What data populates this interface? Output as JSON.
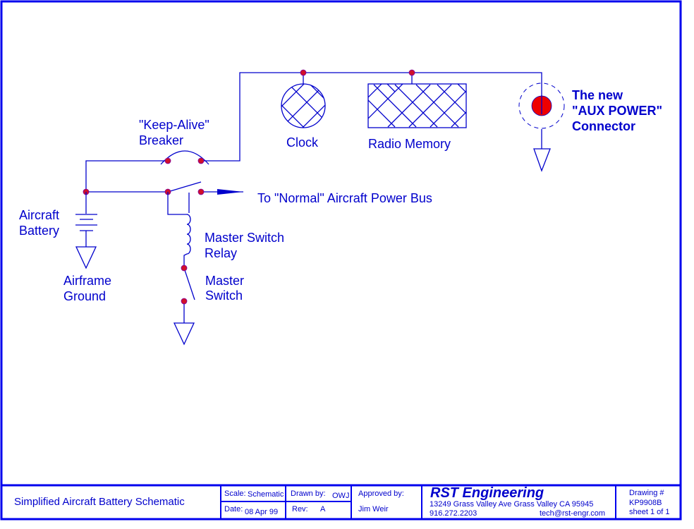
{
  "labels": {
    "keep_alive_line1": "\"Keep-Alive\"",
    "keep_alive_line2": "Breaker",
    "clock": "Clock",
    "radio_memory": "Radio Memory",
    "aux_line1": "The new",
    "aux_line2": "\"AUX POWER\"",
    "aux_line3": "Connector",
    "normal_bus": "To \"Normal\" Aircraft Power Bus",
    "battery_line1": "Aircraft",
    "battery_line2": "Battery",
    "ground_line1": "Airframe",
    "ground_line2": "Ground",
    "relay_line1": "Master Switch",
    "relay_line2": "Relay",
    "switch_line1": "Master",
    "switch_line2": "Switch"
  },
  "title_block": {
    "title": "Simplified Aircraft Battery Schematic",
    "scale_label": "Scale:",
    "scale_value": "Schematic",
    "date_label": "Date:",
    "date_value": "08 Apr 99",
    "drawn_by_label": "Drawn by:",
    "drawn_by_value": "OWJ",
    "rev_label": "Rev:",
    "rev_value": "A",
    "approved_by_label": "Approved by:",
    "approved_by_value": "Jim Weir",
    "company": "RST Engineering",
    "address": "13249 Grass Valley Ave  Grass Valley CA  95945",
    "phone": "916.272.2203",
    "email": "tech@rst-engr.com",
    "drawing_label": "Drawing #",
    "drawing_number": "KP9908B",
    "sheet": "sheet 1 of 1"
  },
  "colors": {
    "line": "#0000cc",
    "node": "#d0102a"
  }
}
